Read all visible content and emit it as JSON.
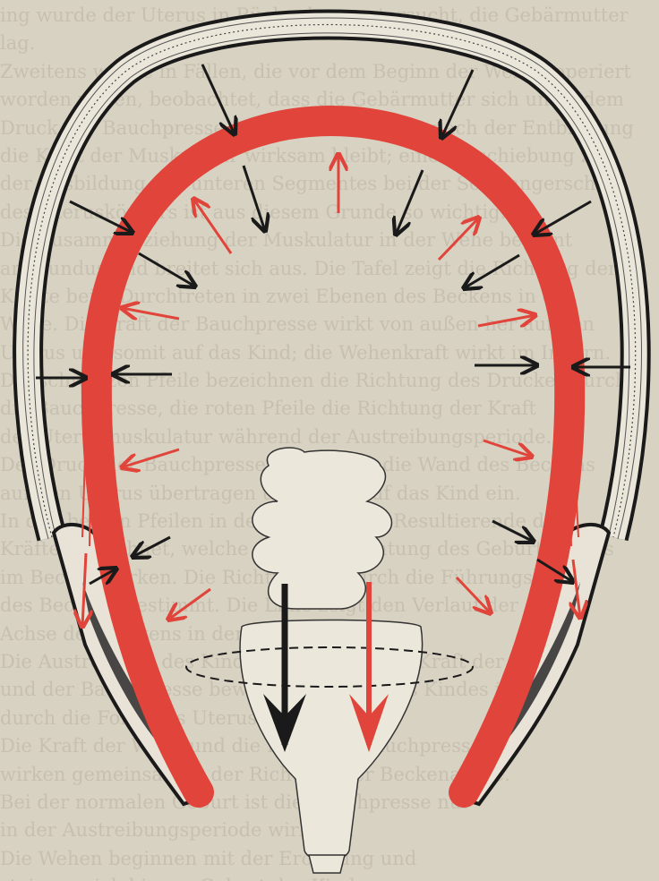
{
  "figure": {
    "subject": "uterus-shell-diagram",
    "colors": {
      "paper": "#d8d2c2",
      "red": "#e0443a",
      "black": "#1a1a1a",
      "bone": "#e8e3d6"
    },
    "icons": {
      "inward_arrow": "black-arrow-inward",
      "outward_arrow": "red-arrow-outward",
      "down_arrow_black": "black-arrow-down",
      "down_arrow_red": "red-arrow-down"
    }
  },
  "show_through": {
    "lines": [
      "ing wurde der Uterus in Rückenlage untersucht, die Gebärmutter",
      "lag.",
      "Zweitens wurde in Fällen, die vor dem Beginn der Wehen operiert",
      "worden waren, beobachtet, dass die Gebärmutter sich unter dem",
      "Druck der Bauchpresse formt und dass auch nach der Entbindung",
      "die Kraft der Muskulatur wirksam bleibt; eine Verschiebung zu",
      "der Ausbildung des unteren Segmentes bei der Schwangerschaft",
      "des Uteruskörpers ist aus diesem Grunde so wichtig.",
      "Die Zusammenziehung der Muskulatur in der Wehe beginnt",
      "am Fundus und breitet sich aus. Die Tafel zeigt die Richtung der",
      "Kräfte beim Durchtreten in zwei Ebenen des Beckens in der",
      "Wehe. Die Kraft der Bauchpresse wirkt von außen her auf den",
      "Uterus und somit auf das Kind; die Wehenkraft wirkt im Innern.",
      "Die schwarzen Pfeile bezeichnen die Richtung des Druckes durch",
      "die Bauchpresse, die roten Pfeile die Richtung der Kraft",
      "der Uterusmuskulatur während der Austreibungsperiode.",
      "Der Druck der Bauchpresse wird durch die Wand des Beckens",
      "auf den Uterus übertragen und wirkt auf das Kind ein.",
      "In den beiden Pfeilen in der Mitte ist die Resultierende der",
      "Kräfte gezeichnet, welche nach der Richtung des Geburtskanals",
      "im Becken wirken. Die Richtung ist durch die Führungslinie",
      "des Beckens bestimmt. Die Linie zeigt den Verlauf der",
      "Achse des Beckens in der Geburt an.",
      "Die Austreibung des Kindes wird durch die Kraft der Wehe",
      "und der Bauchpresse bewirkt. Die Lage des Kindes ist",
      "durch die Form des Uterus gegeben.",
      "Die Kraft der Wehe und die Kraft der Bauchpresse",
      "wirken gemeinsam in der Richtung der Beckenachse.",
      "Bei der normalen Geburt ist die Bauchpresse nur",
      "in der Austreibungsperiode wirksam.",
      "Die Wehen beginnen mit der Eröffnung und",
      "steigern sich bis zur Geburt des Kindes."
    ]
  }
}
